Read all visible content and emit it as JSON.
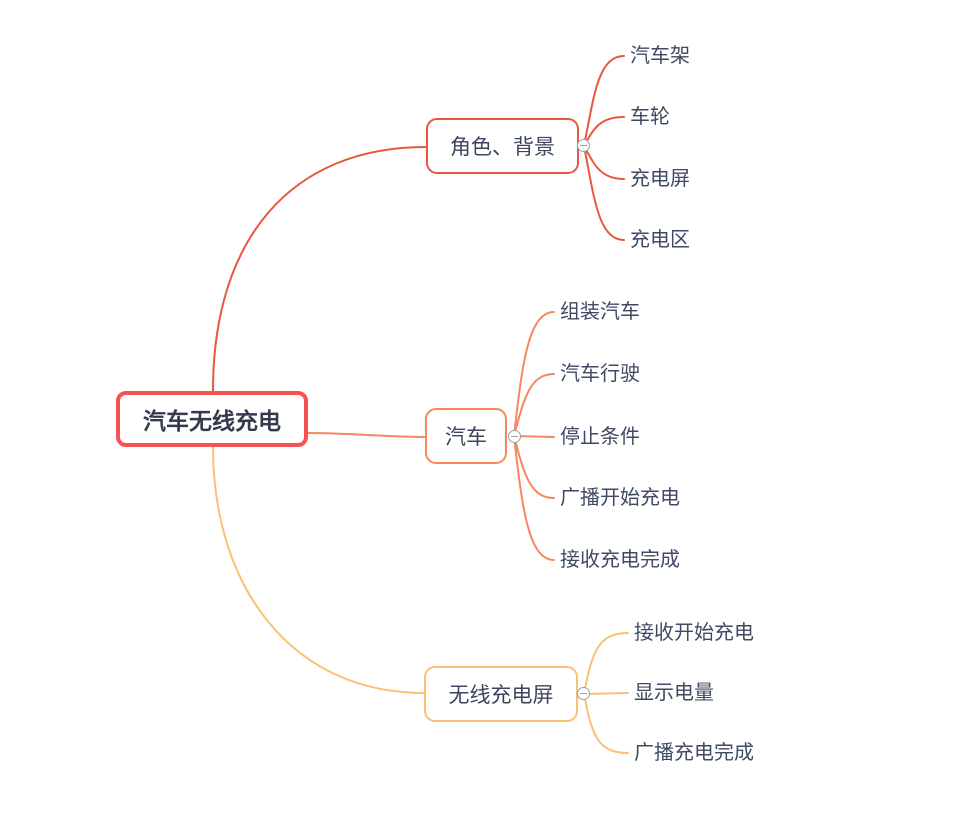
{
  "mindmap": {
    "root": {
      "label": "汽车无线充电",
      "border_color": "#f95052",
      "text_color": "#333a4d"
    },
    "branches": [
      {
        "label": "角色、背景",
        "color": "#e4593f",
        "children": [
          "汽车架",
          "车轮",
          "充电屏",
          "充电区"
        ]
      },
      {
        "label": "汽车",
        "color": "#f8875f",
        "children": [
          "组装汽车",
          "汽车行驶",
          "停止条件",
          "广播开始充电",
          "接收充电完成"
        ]
      },
      {
        "label": "无线充电屏",
        "color": "#f9c173",
        "children": [
          "接收开始充电",
          "显示电量",
          "广播充电完成"
        ]
      }
    ],
    "leaf_text_color": "#404a63",
    "collapse": {
      "icon": "minus-icon",
      "border_color": "#9aa0a6",
      "state": "expanded"
    },
    "background_color": "#ffffff"
  }
}
